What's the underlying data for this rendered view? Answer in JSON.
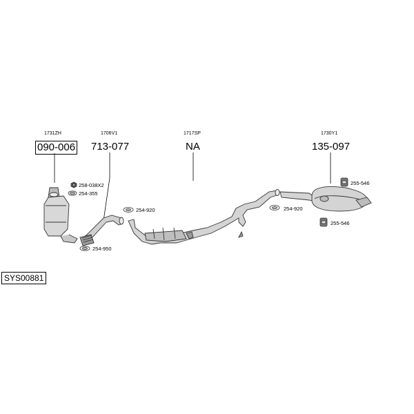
{
  "system_code": "SYS00881",
  "parts": {
    "catalyst": {
      "oem": "1731ZH",
      "number": "090-006"
    },
    "frontpipe": {
      "oem": "1706V1",
      "number": "713-077"
    },
    "midpipe": {
      "oem": "1717SP",
      "number": "NA"
    },
    "rearbox": {
      "oem": "1730Y1",
      "number": "135-097"
    }
  },
  "fittings": {
    "nut": "258-038X2",
    "clamp_cat": "254-355",
    "clamp_flex": "254-950",
    "clamp_front": "254-920",
    "clamp_rear": "254-920",
    "rubber_upper": "255-546",
    "rubber_lower": "255-546"
  }
}
